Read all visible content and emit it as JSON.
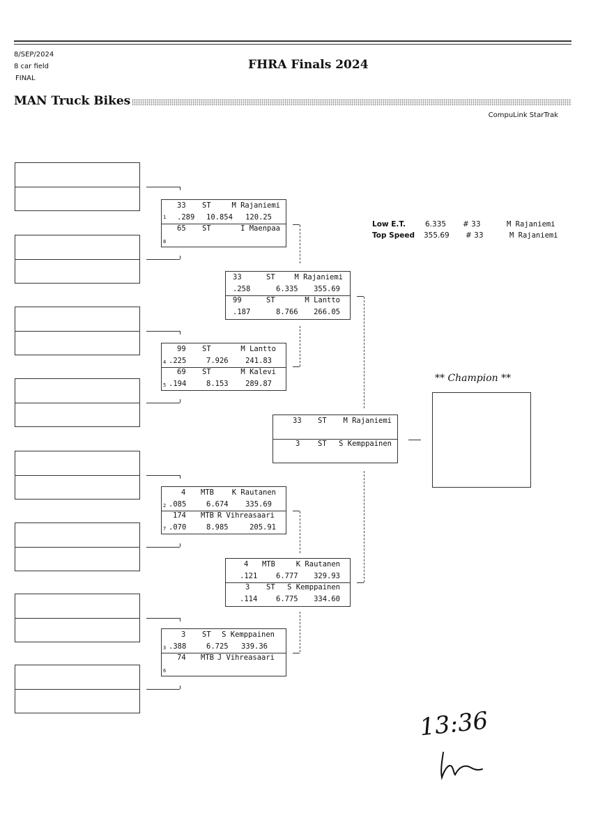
{
  "header": {
    "date": "8/SEP/2024",
    "field": "8 car field",
    "round": "FINAL",
    "event_title": "FHRA Finals 2024",
    "class_name": "MAN Truck Bikes",
    "vendor": "CompuLink StarTrak"
  },
  "stats": {
    "low_et": {
      "label": "Low  E.T.",
      "value": "6.335",
      "number": "# 33",
      "name": "M Rajaniemi"
    },
    "top_speed": {
      "label": "Top Speed",
      "value": "355.69",
      "number": "# 33",
      "name": "M Rajaniemi"
    }
  },
  "round1": [
    {
      "top": {
        "num": "33",
        "cls": "ST",
        "name": "M Rajaniemi",
        "rt": ".289",
        "et": "10.854",
        "mph": "120.25",
        "lane": "1"
      },
      "bot": {
        "num": "65",
        "cls": "ST",
        "name": "I Maenpaa",
        "rt": "",
        "et": "",
        "mph": "",
        "lane": "8"
      }
    },
    {
      "top": {
        "num": "99",
        "cls": "ST",
        "name": "M Lantto",
        "rt": ".225",
        "et": "7.926",
        "mph": "241.83",
        "lane": "4"
      },
      "bot": {
        "num": "69",
        "cls": "ST",
        "name": "M Kalevi",
        "rt": ".194",
        "et": "8.153",
        "mph": "289.87",
        "lane": "5"
      }
    },
    {
      "top": {
        "num": "4",
        "cls": "MTB",
        "name": "K Rautanen",
        "rt": ".085",
        "et": "6.674",
        "mph": "335.69",
        "lane": "2"
      },
      "bot": {
        "num": "174",
        "cls": "MTB",
        "name": "R Vihreasaari",
        "rt": ".070",
        "et": "8.985",
        "mph": "205.91",
        "lane": "7"
      }
    },
    {
      "top": {
        "num": "3",
        "cls": "ST",
        "name": "S Kemppainen",
        "rt": ".388",
        "et": "6.725",
        "mph": "339.36",
        "lane": "3"
      },
      "bot": {
        "num": "74",
        "cls": "MTB",
        "name": "J Vihreasaari",
        "rt": "",
        "et": "",
        "mph": "",
        "lane": "6"
      }
    }
  ],
  "semis": [
    {
      "top": {
        "num": "33",
        "cls": "ST",
        "name": "M Rajaniemi",
        "rt": ".258",
        "et": "6.335",
        "mph": "355.69"
      },
      "bot": {
        "num": "99",
        "cls": "ST",
        "name": "M Lantto",
        "rt": ".187",
        "et": "8.766",
        "mph": "266.05"
      }
    },
    {
      "top": {
        "num": "4",
        "cls": "MTB",
        "name": "K Rautanen",
        "rt": ".121",
        "et": "6.777",
        "mph": "329.93"
      },
      "bot": {
        "num": "3",
        "cls": "ST",
        "name": "S Kemppainen",
        "rt": ".114",
        "et": "6.775",
        "mph": "334.60"
      }
    }
  ],
  "final": {
    "top": {
      "num": "33",
      "cls": "ST",
      "name": "M Rajaniemi"
    },
    "bot": {
      "num": "3",
      "cls": "ST",
      "name": "S Kemppainen"
    }
  },
  "champion": {
    "title": "** Champion **"
  },
  "annotation": {
    "handwritten_time": "13:36"
  }
}
